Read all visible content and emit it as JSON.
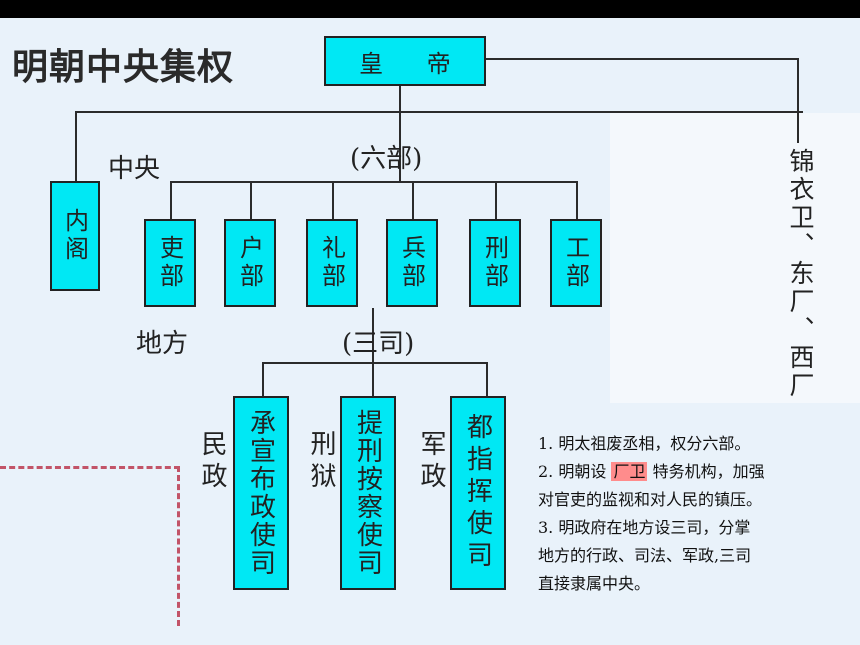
{
  "title": "明朝中央集权",
  "emperor": "皇 帝",
  "labels": {
    "central": "中央",
    "six_ministries": "(六部)",
    "local": "地方",
    "three_offices": "(三司)"
  },
  "neige": "内阁",
  "ministries": [
    "吏部",
    "户部",
    "礼部",
    "兵部",
    "刑部",
    "工部"
  ],
  "offices": [
    {
      "label": "民政",
      "name": "承宣布政使司"
    },
    {
      "label": "刑狱",
      "name": "提刑按察使司"
    },
    {
      "label": "军政",
      "name": "都指挥使司"
    }
  ],
  "jinyiwei": "锦衣卫、东厂、西厂",
  "notes": {
    "line1": "1. 明太祖废丞相，权分六部。",
    "line2_pre": "2. 明朝设",
    "line2_hl": "厂卫",
    "line2_post": "特务机构，加强",
    "line3": "对官吏的监视和对人民的镇压。",
    "line4": "3. 明政府在地方设三司，分掌",
    "line5": "地方的行政、司法、军政,三司",
    "line6": "直接隶属中央。"
  },
  "colors": {
    "box": "#00e8f4",
    "highlight": "#ff8c8c",
    "dash": "#c25468",
    "background": "#e9f2fa"
  }
}
